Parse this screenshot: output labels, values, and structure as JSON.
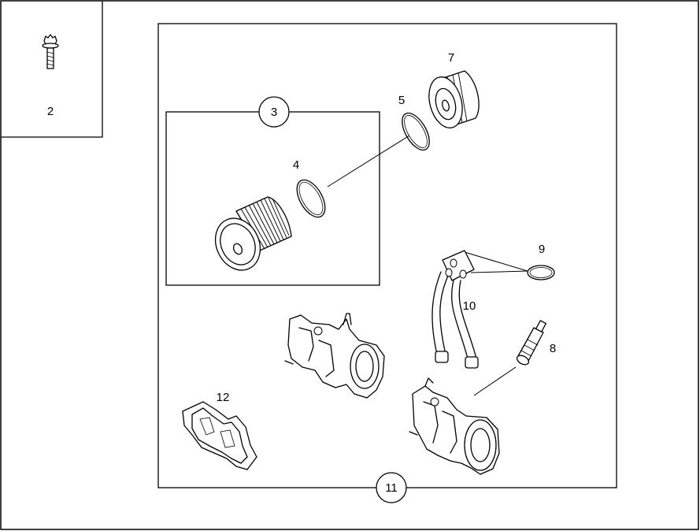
{
  "callouts": {
    "c2": "2",
    "c3": "3",
    "c4": "4",
    "c5": "5",
    "c7": "7",
    "c8": "8",
    "c9": "9",
    "c10": "10",
    "c11": "11",
    "c12": "12"
  },
  "icons": {
    "bolt": "bolt-icon",
    "filter_element": "oil-filter-element-icon",
    "o_ring": "o-ring-icon",
    "filter_cap": "oil-filter-cap-icon",
    "sensor": "sensor-icon",
    "pipes": "oil-cooler-pipe-icon",
    "housing": "oil-filter-housing-icon",
    "gasket": "gasket-icon"
  }
}
